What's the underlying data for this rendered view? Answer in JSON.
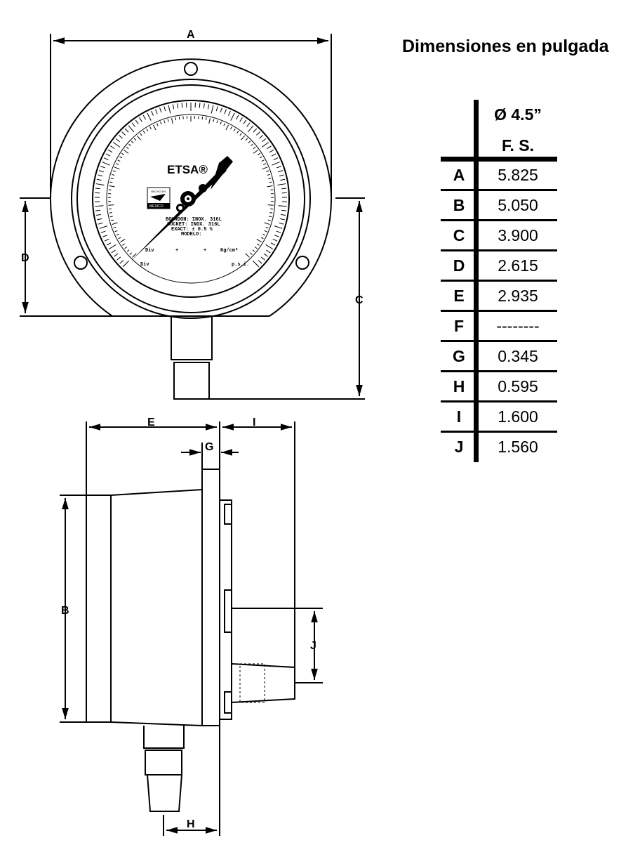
{
  "title": "Dimensiones en pulgada",
  "table": {
    "header_size": "Ø 4.5”",
    "header_type": "F. S.",
    "rows": [
      {
        "label": "A",
        "value": "5.825"
      },
      {
        "label": "B",
        "value": "5.050"
      },
      {
        "label": "C",
        "value": "3.900"
      },
      {
        "label": "D",
        "value": "2.615"
      },
      {
        "label": "E",
        "value": "2.935"
      },
      {
        "label": "F",
        "value": "--------"
      },
      {
        "label": "G",
        "value": "0.345"
      },
      {
        "label": "H",
        "value": "0.595"
      },
      {
        "label": "I",
        "value": "1.600"
      },
      {
        "label": "J",
        "value": "1.560"
      }
    ]
  },
  "dims": {
    "A": "A",
    "B": "B",
    "C": "C",
    "D": "D",
    "E": "E",
    "G": "G",
    "H": "H",
    "I": "I",
    "J": "J"
  },
  "gauge": {
    "brand": "ETSA®",
    "badge_top": "HECHO EN",
    "badge_bottom": "MÉXICO",
    "line1": "BOURDON: INOX. 316L",
    "line2": "SOCKET: INOX. 316L",
    "line3": "EXACT: ± 0.5 %",
    "line4": "MODELO:",
    "div1": "Div",
    "unit1": "Kg/cm²",
    "div2": "Div",
    "unit2": "p.s.i."
  }
}
